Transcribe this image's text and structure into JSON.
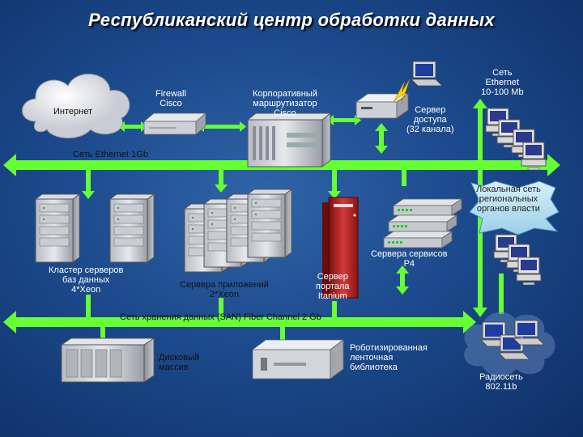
{
  "title": "Республиканский центр обработки данных",
  "labels": {
    "internet": "Интернет",
    "firewall": "Firewall\nCisco",
    "router": "Корпоративный\nмаршрутизатор\nCisco",
    "access_server": "Сервер\nдоступа\n(32 канала)",
    "ethernet_10_100": "Сеть\nEthernet\n10-100 Mb",
    "ethernet_1gb": "Сеть Ethernet 1Gb",
    "local_network": "Локальная сеть\nрегиональных\nорганов власти",
    "db_cluster": "Кластер серверов\nбаз данных\n4*Xeon",
    "app_servers": "Сервера приложений\n2*Xeon",
    "portal_server": "Сервер\nпортала\nItanium",
    "service_servers": "Сервера сервисов\nP4",
    "san": "Сеть хранения данных (SAN) Fiber Channel 2 Gb",
    "disk_array": "Дисковый\nмассив",
    "tape_library": "Роботизированная\nленточная\nбиблиотека",
    "radio_network": "Радиосеть\n802.11b"
  },
  "colors": {
    "background": "#1c4a8c",
    "connector": "#66ff33",
    "local_network_fill": "#aeddf4",
    "title": "#ffffff"
  },
  "icons": [
    "cloud-icon",
    "firewall-icon",
    "router-icon",
    "access-server-icon",
    "laptop-icon",
    "lightning-icon",
    "workstation-icon",
    "server-tower-icon",
    "rack-server-icon",
    "portal-server-icon",
    "switch-icon",
    "disk-array-icon",
    "tape-library-icon",
    "wireless-laptop-icon"
  ]
}
